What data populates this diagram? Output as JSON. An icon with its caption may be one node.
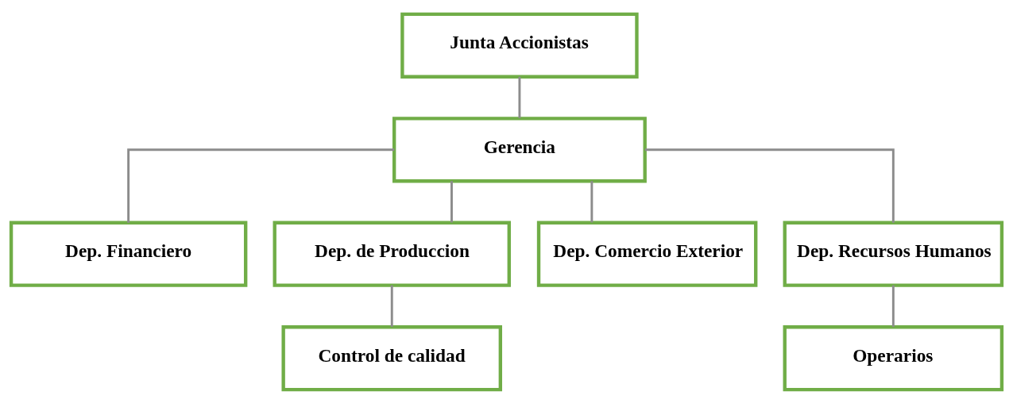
{
  "diagram": {
    "nodes": [
      {
        "text": [
          "Junta Accionistas"
        ]
      },
      {
        "text": [
          "Gerencia"
        ]
      },
      {
        "text": [
          "Dep. Financiero"
        ]
      },
      {
        "text": [
          "Dep. de Produccion"
        ]
      },
      {
        "text": [
          "Dep. Comercio Exterior"
        ]
      },
      {
        "text": [
          "Dep. Recursos Humanos"
        ]
      },
      {
        "text": [
          "Control de calidad"
        ]
      },
      {
        "text": [
          "Operarios"
        ]
      }
    ],
    "edges": [
      {
        "from": 0,
        "to": 1,
        "arrow": "none"
      },
      {
        "from": 1,
        "to": 2,
        "arrow": "none"
      },
      {
        "from": 1,
        "to": 3,
        "arrow": "none"
      },
      {
        "from": 1,
        "to": 4,
        "arrow": "none"
      },
      {
        "from": 1,
        "to": 5,
        "arrow": "none"
      },
      {
        "from": 3,
        "to": 6,
        "arrow": "none"
      },
      {
        "from": 5,
        "to": 7,
        "arrow": "none"
      }
    ]
  }
}
